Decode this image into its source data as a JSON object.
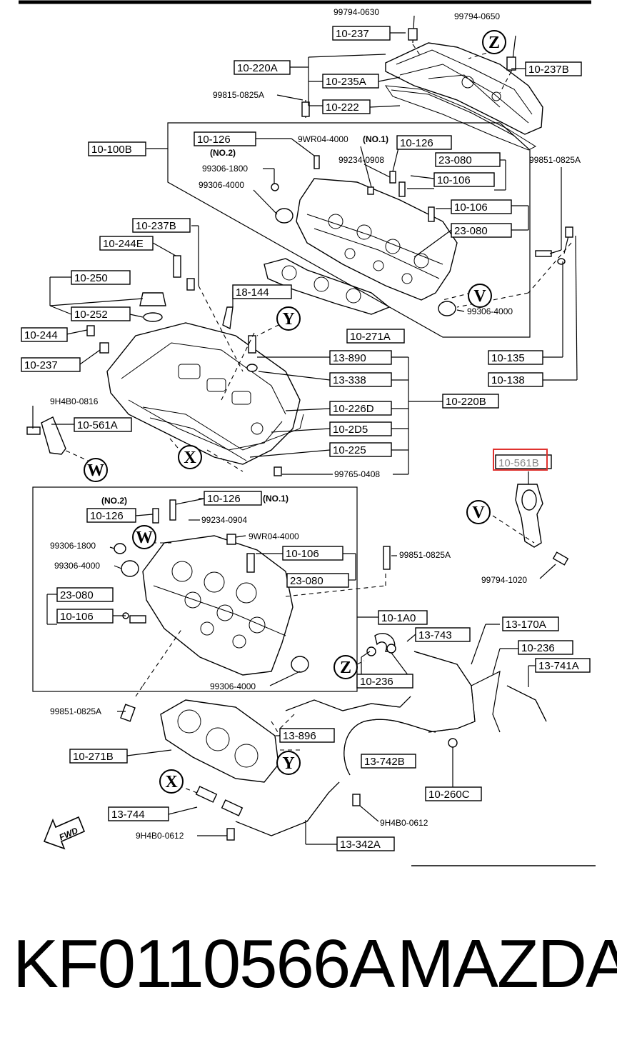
{
  "labels": {
    "l10_237": "10-237",
    "l10_220A": "10-220A",
    "l10_235A": "10-235A",
    "l10_222": "10-222",
    "l10_237B_top": "10-237B",
    "l10_100B": "10-100B",
    "l10_126_a": "10-126",
    "l10_126_b": "10-126",
    "l23_080_a": "23-080",
    "l10_106_a": "10-106",
    "l10_106_b": "10-106",
    "l23_080_b": "23-080",
    "l10_237B_left": "10-237B",
    "l10_244E": "10-244E",
    "l10_250": "10-250",
    "l18_144": "18-144",
    "l10_252": "10-252",
    "l10_244": "10-244",
    "l10_237_left": "10-237",
    "l10_271A": "10-271A",
    "l13_890": "13-890",
    "l13_338": "13-338",
    "l10_220B": "10-220B",
    "l10_226D": "10-226D",
    "l10_2D5": "10-2D5",
    "l10_225": "10-225",
    "l10_135": "10-135",
    "l10_138": "10-138",
    "l10_561A": "10-561A",
    "l10_561B": "10-561B",
    "l10_126_c": "10-126",
    "l10_126_d": "10-126",
    "l10_106_c": "10-106",
    "l23_080_c": "23-080",
    "l23_080_d": "23-080",
    "l10_106_d": "10-106",
    "l10_1A0": "10-1A0",
    "l13_743": "13-743",
    "l13_170A": "13-170A",
    "l10_236_a": "10-236",
    "l10_236_b": "10-236",
    "l13_741A": "13-741A",
    "l13_896": "13-896",
    "l10_271B": "10-271B",
    "l13_742B": "13-742B",
    "l10_260C": "10-260C",
    "l13_744": "13-744",
    "l13_342A": "13-342A"
  },
  "part_numbers": {
    "p99794_0630": "99794-0630",
    "p99794_0650": "99794-0650",
    "p99815_0825A": "99815-0825A",
    "p9WR04_4000_no1": "9WR04-4000",
    "p_no1_a": "(NO.1)",
    "p_no2_a": "(NO.2)",
    "p99234_0908": "99234-0908",
    "p99306_1800_a": "99306-1800",
    "p99306_4000_a": "99306-4000",
    "p99851_0825A_a": "99851-0825A",
    "p99306_4000_b": "99306-4000",
    "p9H4B0_0816": "9H4B0-0816",
    "p99765_0408": "99765-0408",
    "p_no2_b": "(NO.2)",
    "p_no1_b": "(NO.1)",
    "p99234_0904": "99234-0904",
    "p9WR04_4000_b": "9WR04-4000",
    "p99306_1800_b": "99306-1800",
    "p99306_4000_c": "99306-4000",
    "p99851_0825A_b": "99851-0825A",
    "p99794_1020": "99794-1020",
    "p99306_4000_d": "99306-4000",
    "p99851_0825A_c": "99851-0825A",
    "p9H4B0_0612_a": "9H4B0-0612",
    "p9H4B0_0612_b": "9H4B0-0612"
  },
  "callouts": {
    "z_top": "Z",
    "v_right": "V",
    "y_mid": "Y",
    "x_mid": "X",
    "w_left": "W",
    "v_mid": "V",
    "w_inner": "W",
    "z_low": "Z",
    "y_low": "Y",
    "x_low": "X"
  },
  "fwd": "FWD",
  "footer": {
    "part_number": "KF0110566A",
    "brand": "MAZDA"
  },
  "highlight": {
    "label": "10-561B",
    "color": "#e0322e"
  }
}
